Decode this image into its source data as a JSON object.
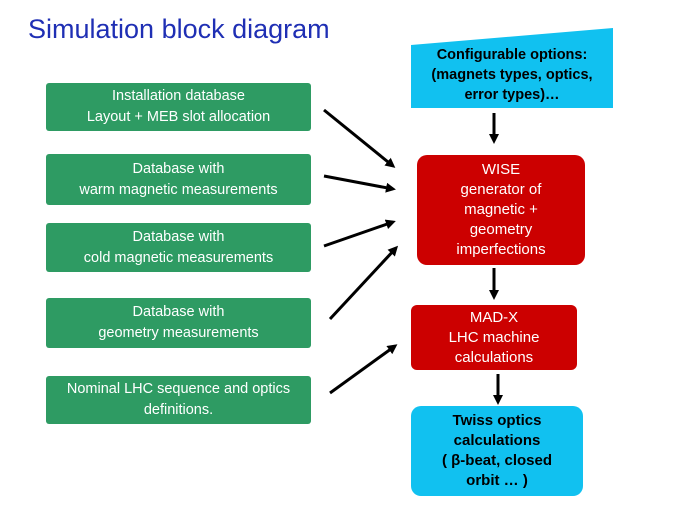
{
  "title": "Simulation block diagram",
  "inputs": [
    {
      "lines": [
        "Installation database",
        "Layout + MEB slot allocation"
      ]
    },
    {
      "lines": [
        "Database with",
        "warm magnetic measurements"
      ]
    },
    {
      "lines": [
        "Database with",
        "cold magnetic measurements"
      ]
    },
    {
      "lines": [
        "Database with",
        "geometry measurements"
      ]
    },
    {
      "lines": [
        "Nominal LHC sequence and optics",
        "definitions."
      ]
    }
  ],
  "config": {
    "lines": [
      "Configurable options:",
      "(magnets types, optics,",
      "error types)…"
    ]
  },
  "wise": {
    "lines": [
      "WISE",
      "generator of",
      "magnetic +",
      "geometry",
      "imperfections"
    ]
  },
  "madx": {
    "lines": [
      "MAD-X",
      "LHC machine",
      "calculations"
    ]
  },
  "twiss": {
    "lines": [
      "Twiss optics",
      "calculations",
      "( β-beat, closed",
      "orbit … )"
    ]
  },
  "colors": {
    "input_box": "#2e9b63",
    "process_box": "#cc0000",
    "io_box": "#11c1f0",
    "title": "#1f2fb4"
  }
}
